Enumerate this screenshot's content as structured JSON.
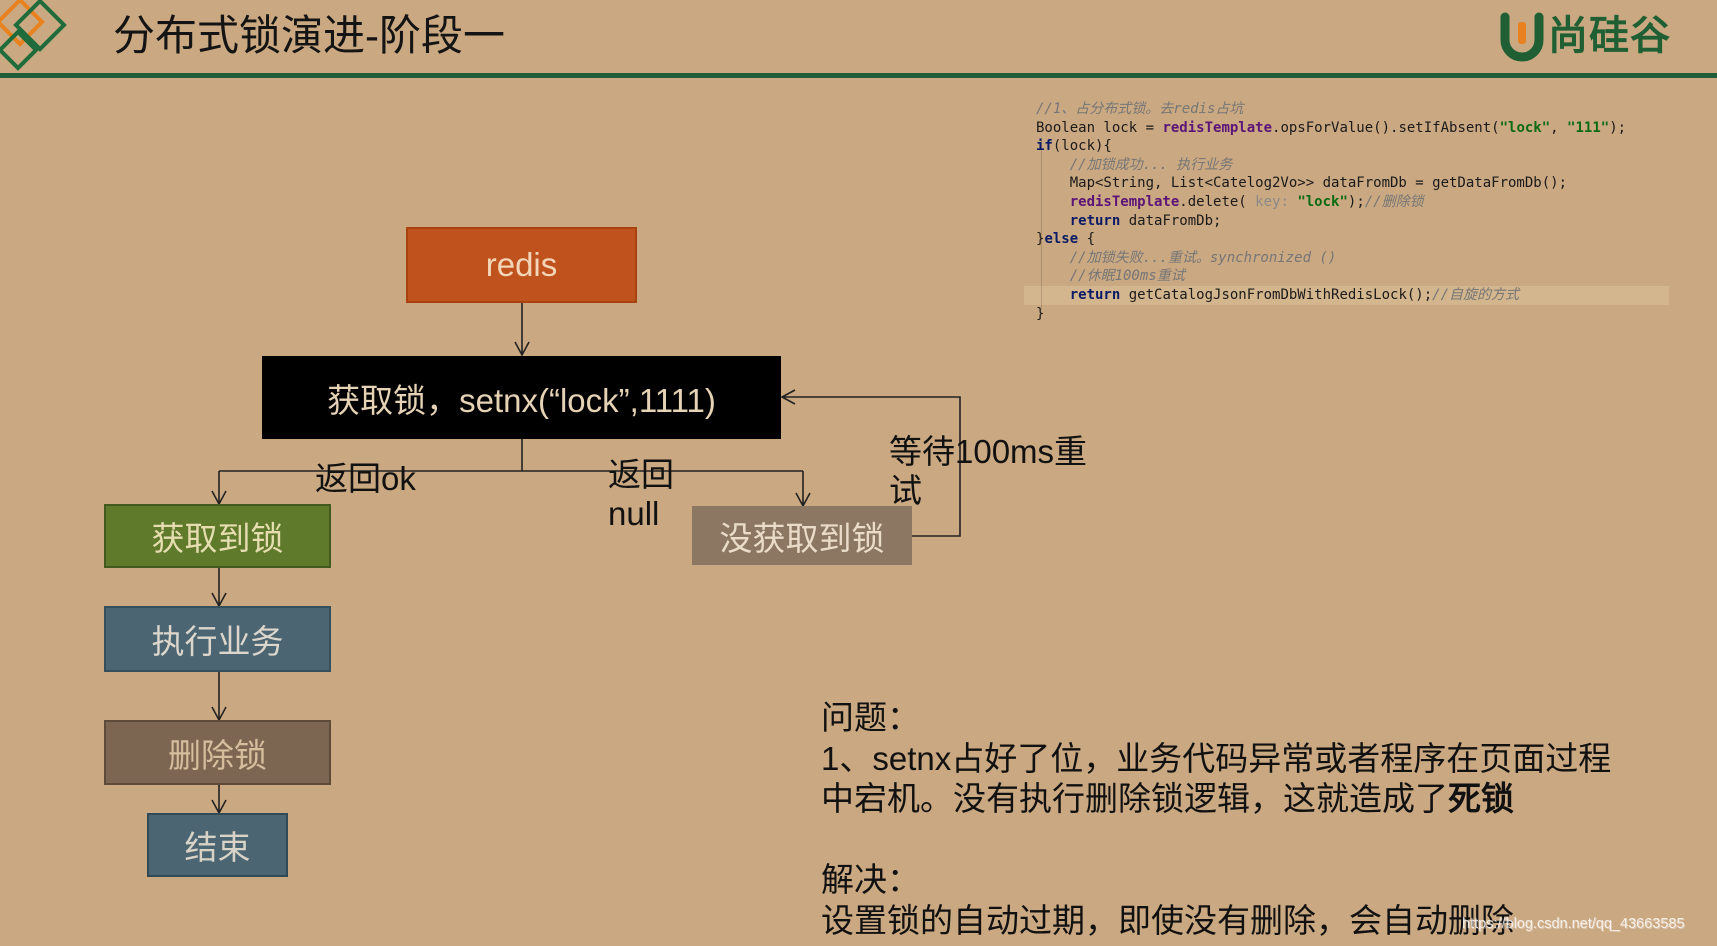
{
  "header": {
    "title": "分布式锁演进-阶段一",
    "brand_text": "尚硅谷"
  },
  "code": {
    "lines": [
      [
        {
          "comment": "//1、占分布式锁。去redis占坑"
        }
      ],
      [
        {
          "plain": "Boolean lock = "
        },
        {
          "field": "redisTemplate"
        },
        {
          "plain": ".opsForValue().setIfAbsent("
        },
        {
          "string": "\"lock\""
        },
        {
          "plain": ", "
        },
        {
          "string": "\"111\""
        },
        {
          "plain": ");"
        }
      ],
      [
        {
          "keyword": "if"
        },
        {
          "plain": "(lock){"
        }
      ],
      [
        {
          "plain": "    "
        },
        {
          "comment": "//加锁成功... 执行业务"
        }
      ],
      [
        {
          "plain": "    Map<String, List<Catelog2Vo>> dataFromDb = getDataFromDb();"
        }
      ],
      [
        {
          "plain": "    "
        },
        {
          "field": "redisTemplate"
        },
        {
          "plain": ".delete( "
        },
        {
          "hint": "key:"
        },
        {
          "plain": " "
        },
        {
          "string": "\"lock\""
        },
        {
          "plain": ");"
        },
        {
          "comment": "//删除锁"
        }
      ],
      [
        {
          "plain": "    "
        },
        {
          "keyword": "return"
        },
        {
          "plain": " dataFromDb;"
        }
      ],
      [
        {
          "plain": "}"
        },
        {
          "keyword": "else"
        },
        {
          "plain": " {"
        }
      ],
      [
        {
          "plain": "    "
        },
        {
          "comment": "//加锁失败...重试。synchronized ()"
        }
      ],
      [
        {
          "plain": "    "
        },
        {
          "comment": "//休眠100ms重试"
        }
      ],
      [
        {
          "plain": "    "
        },
        {
          "keyword": "return"
        },
        {
          "plain": " getCatalogJsonFromDbWithRedisLock();"
        },
        {
          "comment": "//自旋的方式"
        }
      ],
      [
        {
          "plain": "}"
        }
      ]
    ]
  },
  "flow": {
    "redis": "redis",
    "acquire": "获取锁，setnx(“lock”,1111)",
    "got_lock": "获取到锁",
    "not_got_lock": "没获取到锁",
    "execute": "执行业务",
    "delete_lock": "删除锁",
    "end": "结束",
    "label_ok": "返回ok",
    "label_null_line1": "返回",
    "label_null_line2": "null",
    "label_wait_line1": "等待100ms重",
    "label_wait_line2": "试"
  },
  "notes": {
    "problem_title": "问题：",
    "problem_line1": "1、setnx占好了位，业务代码异常或者程序在页面过程",
    "problem_line2": "中宕机。没有执行删除锁逻辑，这就造成了",
    "problem_bold": "死锁",
    "solution_title": "解决：",
    "solution_line1": "设置锁的自动过期，即使没有删除，会自动删除"
  },
  "watermark": "https://blog.csdn.net/qq_43663585",
  "colors": {
    "background": "#CAA881",
    "rule": "#1F5C38",
    "logo_green": "#1F5F33",
    "logo_orange": "#E8821E",
    "redis_box": "#C0521D",
    "acquire_box": "#000000",
    "got_lock_box": "#5F7A2B",
    "not_got_box": "#8C7862",
    "execute_box": "#4B6672",
    "delete_box": "#7C6651",
    "end_box": "#4B6672"
  }
}
